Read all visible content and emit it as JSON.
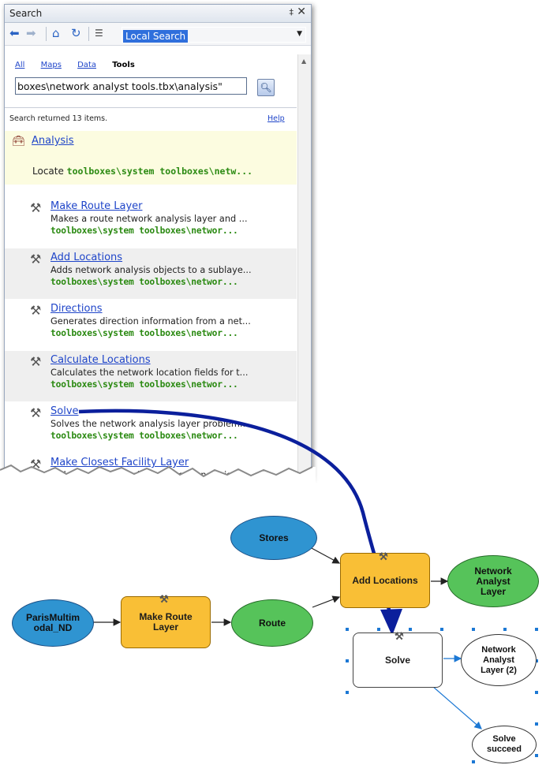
{
  "window": {
    "title": "Search",
    "pin_glyph": "‡",
    "close_glyph": "✕"
  },
  "toolbar": {
    "back_icon": "back-arrow-icon",
    "forward_icon": "forward-arrow-icon",
    "home_icon": "home-icon",
    "refresh_icon": "refresh-icon",
    "options_icon": "list-icon",
    "scope": "Local Search"
  },
  "filters": {
    "all": "All",
    "maps": "Maps",
    "data": "Data",
    "tools": "Tools",
    "active": "Tools"
  },
  "search": {
    "query": "boxes\\network analyst tools.tbx\\analysis\""
  },
  "results": {
    "count_text": "Search returned 13 items.",
    "help": "Help",
    "toolbox": {
      "name": "Analysis",
      "locate_label": "Locate ",
      "locate_path": "toolboxes\\system toolboxes\\netw..."
    },
    "tools": [
      {
        "name": "Make Route Layer",
        "desc": "Makes a route network analysis layer and ...",
        "path": "toolboxes\\system toolboxes\\networ..."
      },
      {
        "name": "Add Locations",
        "desc": "Adds network analysis objects to a sublaye...",
        "path": "toolboxes\\system toolboxes\\networ..."
      },
      {
        "name": "Directions",
        "desc": "Generates direction information from a net...",
        "path": "toolboxes\\system toolboxes\\networ..."
      },
      {
        "name": "Calculate Locations",
        "desc": "Calculates the network location fields for t...",
        "path": "toolboxes\\system toolboxes\\networ..."
      },
      {
        "name": "Solve",
        "desc": "Solves the network analysis layer problem...",
        "path": "toolboxes\\system toolboxes\\networ..."
      },
      {
        "name": "Make Closest Facility Layer",
        "desc": "Makes a closest facility network analysis la...",
        "path": ""
      }
    ]
  },
  "diagram": {
    "nodes": {
      "stores": "Stores",
      "paris": [
        "ParisMultim",
        "odal_ND"
      ],
      "make_route": [
        "Make Route",
        "Layer"
      ],
      "route": "Route",
      "add_locations": "Add Locations",
      "na_layer": [
        "Network",
        "Analyst",
        "Layer"
      ],
      "solve": "Solve",
      "na_layer2": [
        "Network",
        "Analyst",
        "Layer (2)"
      ],
      "solve_succeed": [
        "Solve",
        "succeed"
      ]
    },
    "colors": {
      "blue": "#2f94d1",
      "green": "#56c35a",
      "yellow": "#f9bf36",
      "drag_arrow": "#0b1f9c",
      "selection": "#1c78d4"
    }
  }
}
